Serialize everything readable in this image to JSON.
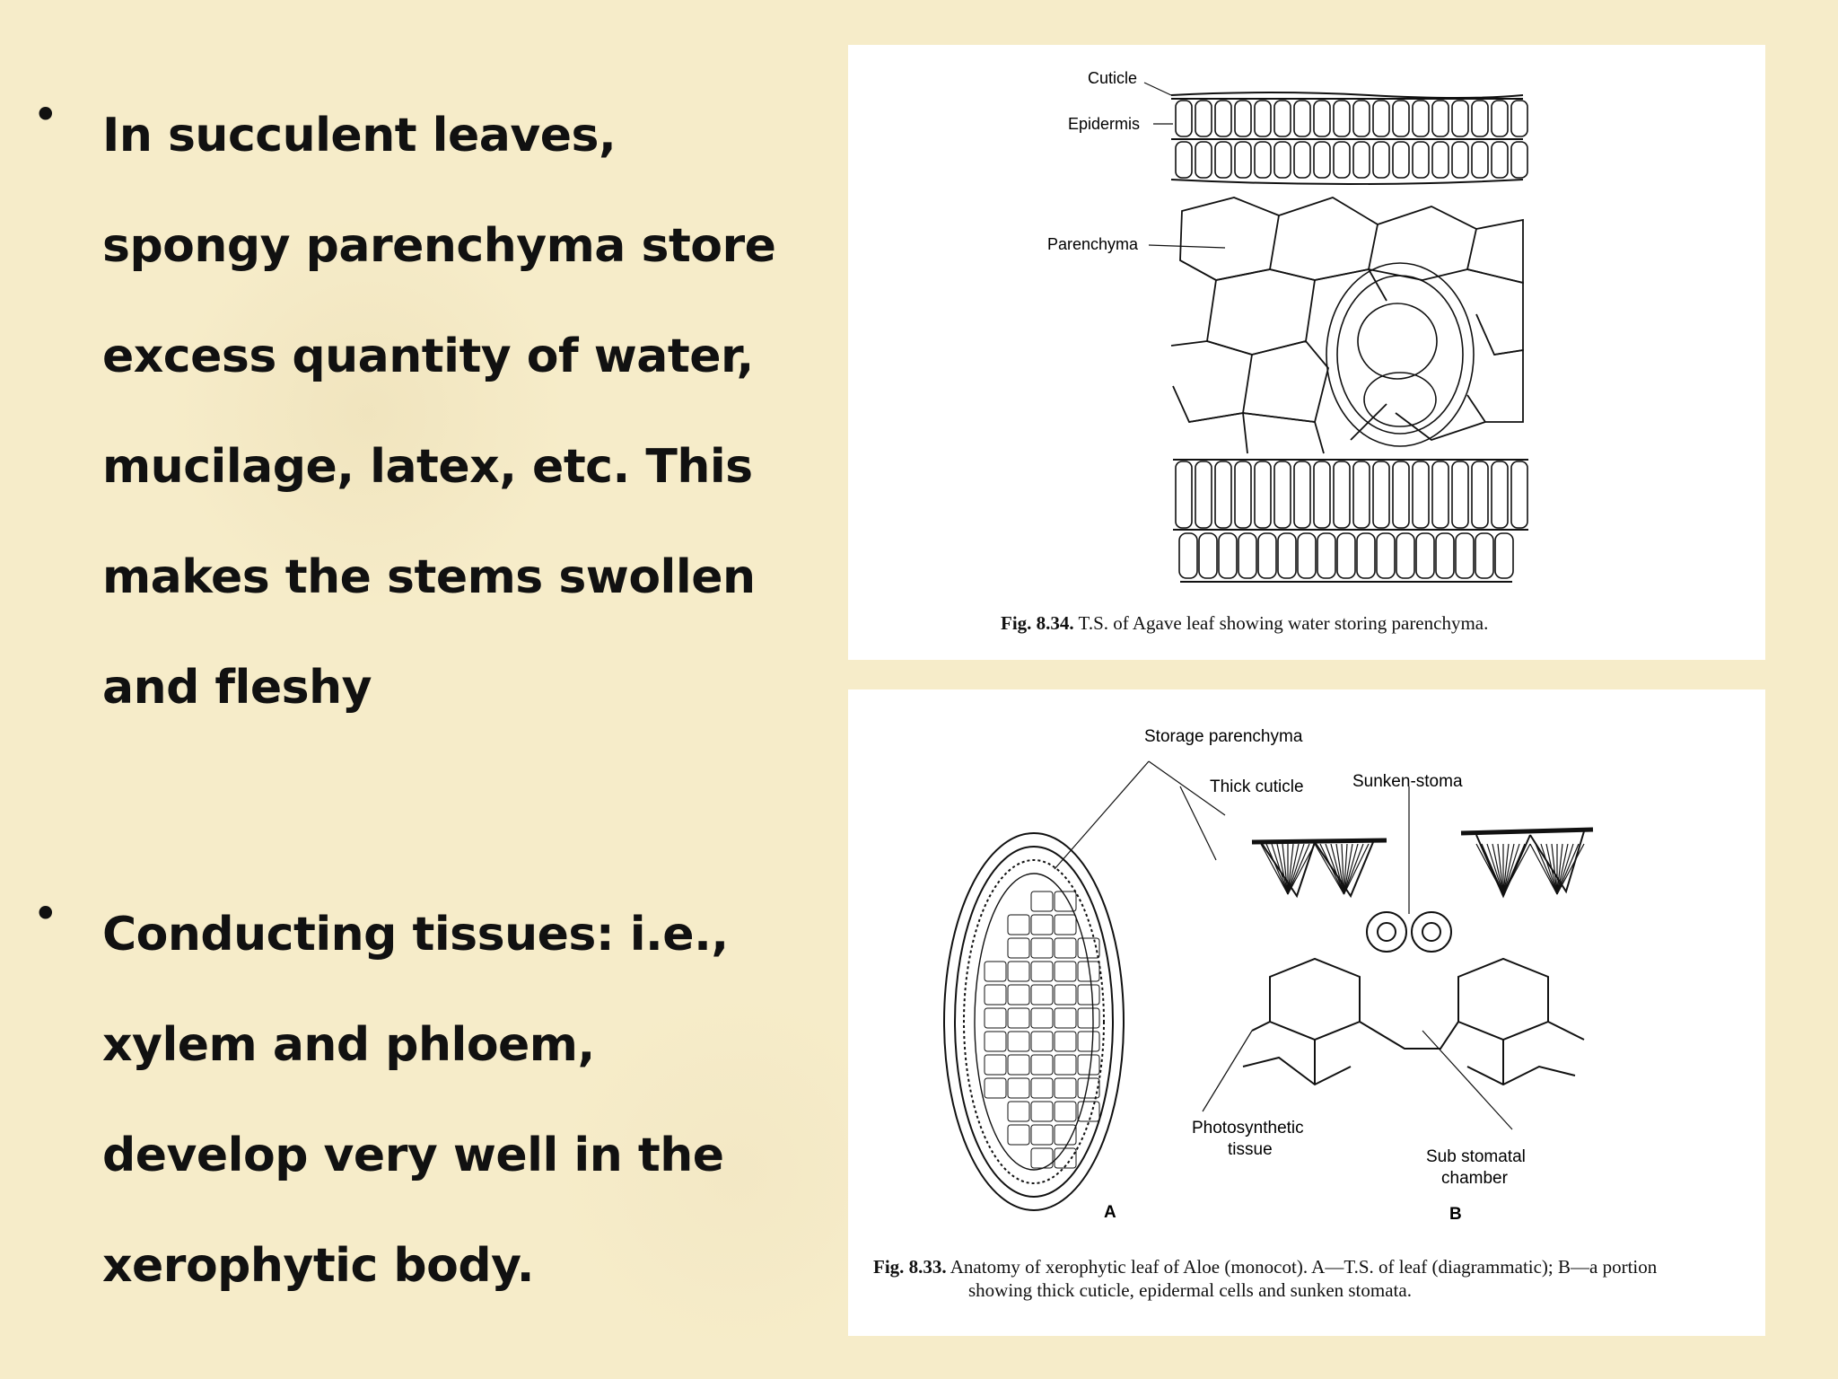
{
  "bullets": [
    {
      "symbol": "•",
      "text": "In succulent leaves, spongy parenchyma store excess quantity of water, mucilage, latex, etc. This makes the stems swollen and fleshy"
    },
    {
      "symbol": "•",
      "text": "Conducting tissues: i.e., xylem and phloem, develop very well in the xerophytic body."
    }
  ],
  "fig1": {
    "labels": {
      "cuticle": "Cuticle",
      "epidermis": "Epidermis",
      "parenchyma": "Parenchyma"
    },
    "caption": {
      "number": "Fig. 8.34.",
      "text": "T.S. of Agave leaf showing water storing parenchyma."
    }
  },
  "fig2": {
    "labels": {
      "storage": "Storage parenchyma",
      "thick_cuticle": "Thick cuticle",
      "sunken_stoma": "Sunken-stoma",
      "photosynthetic": "Photosynthetic",
      "tissue": "tissue",
      "sub_stomatal": "Sub stomatal",
      "chamber": "chamber",
      "panel_a": "A",
      "panel_b": "B"
    },
    "caption": {
      "number": "Fig. 8.33.",
      "line1": "Anatomy of xerophytic leaf of Aloe (monocot). A—T.S. of leaf (diagrammatic); B—a portion",
      "line2": "showing thick cuticle, epidermal cells and sunken stomata."
    }
  },
  "colors": {
    "background": "#f6ecc9",
    "figure_bg": "#ffffff",
    "ink": "#111111"
  }
}
